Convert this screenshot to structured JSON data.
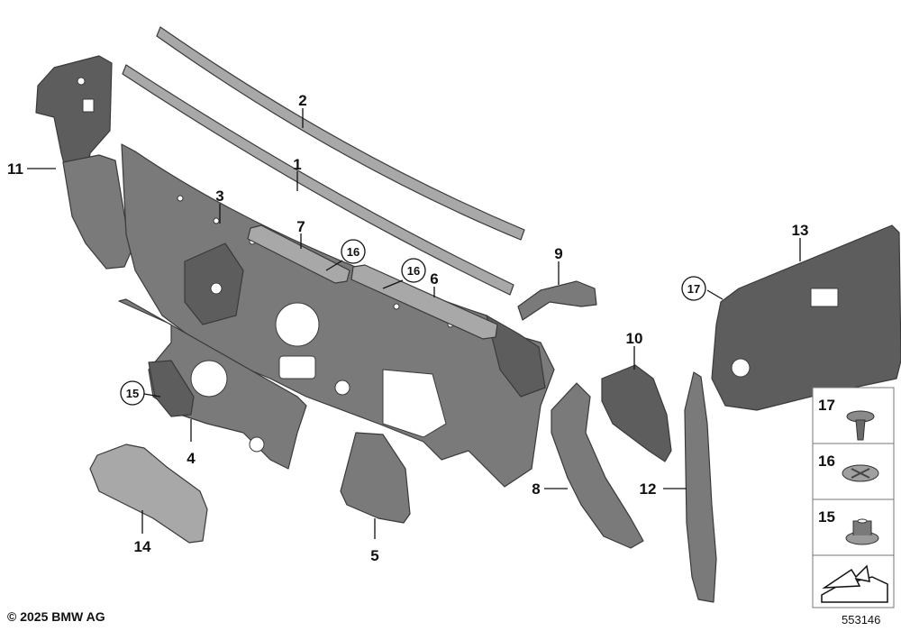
{
  "callouts": {
    "c1": "1",
    "c2": "2",
    "c3": "3",
    "c4": "4",
    "c5": "5",
    "c6": "6",
    "c7": "7",
    "c8": "8",
    "c9": "9",
    "c10": "10",
    "c11": "11",
    "c12": "12",
    "c13": "13",
    "c14": "14",
    "c15": "15",
    "c16a": "16",
    "c16b": "16",
    "c17": "17"
  },
  "legend": {
    "item17": "17",
    "item16": "16",
    "item15": "15"
  },
  "footer": {
    "copyright": "© 2025 BMW AG",
    "diagram_id": "553146"
  }
}
